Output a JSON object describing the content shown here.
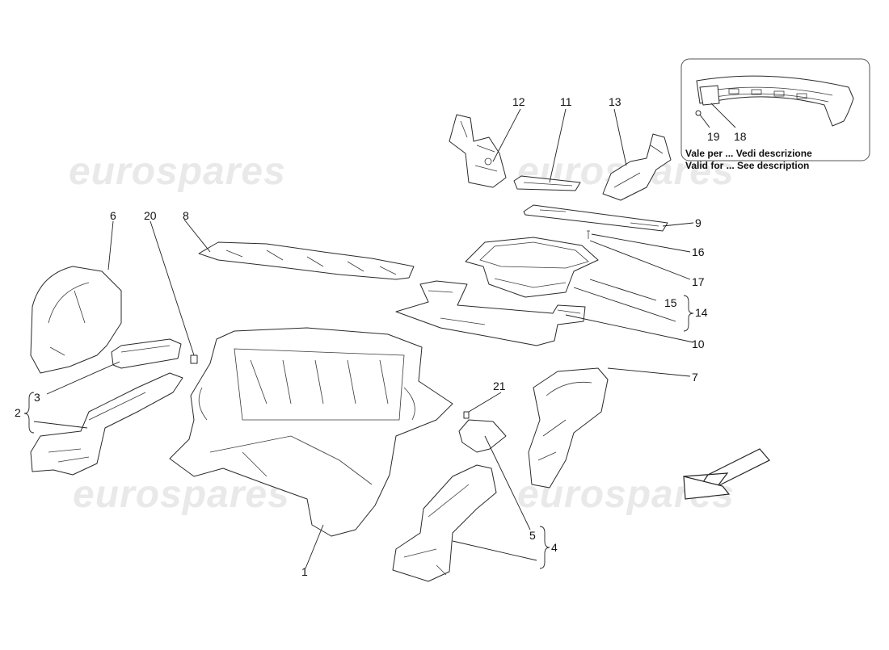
{
  "watermark": {
    "text": "eurospares"
  },
  "inset": {
    "line1": "Vale per ... Vedi descrizione",
    "line2": "Valid for ... See description",
    "callouts": [
      "19",
      "18"
    ]
  },
  "callouts": {
    "c1": "1",
    "c2": "2",
    "c3": "3",
    "c4": "4",
    "c5": "5",
    "c6": "6",
    "c7": "7",
    "c8": "8",
    "c9": "9",
    "c10": "10",
    "c11": "11",
    "c12": "12",
    "c13": "13",
    "c14": "14",
    "c15": "15",
    "c16": "16",
    "c17": "17",
    "c20": "20",
    "c21": "21"
  },
  "icons": {
    "direction_arrow": "direction-arrow-icon"
  }
}
